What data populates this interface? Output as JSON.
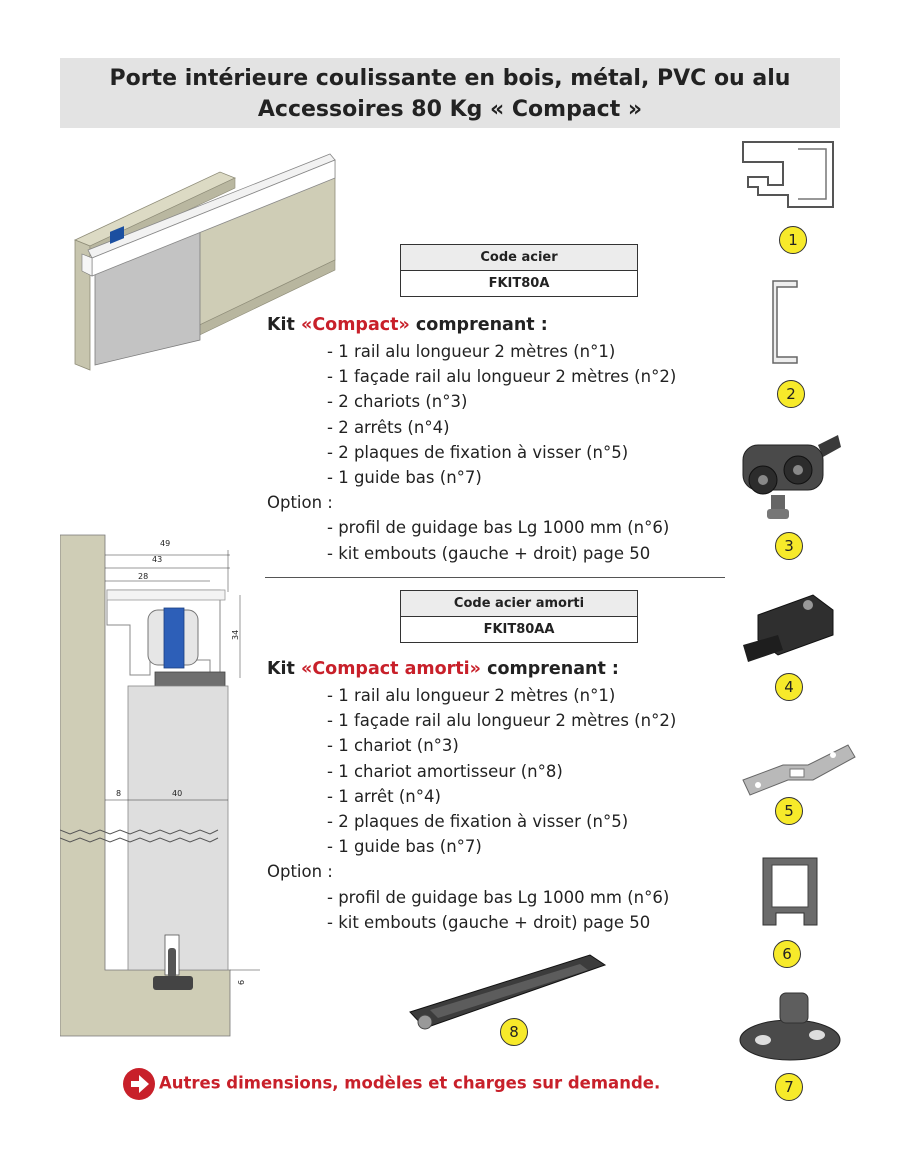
{
  "header": {
    "title_line1": "Porte intérieure coulissante en bois, métal, PVC ou alu",
    "title_line2": "Accessoires 80 Kg « Compact »"
  },
  "kit1": {
    "code_header": "Code acier",
    "code_value": "FKIT80A",
    "title_pre": "Kit ",
    "title_name": "«Compact»",
    "title_post": " comprenant :",
    "items": [
      "- 1 rail alu longueur 2 mètres (n°1)",
      "- 1 façade rail alu longueur 2 mètres (n°2)",
      "- 2 chariots (n°3)",
      "- 2 arrêts (n°4)",
      "- 2 plaques de fixation à visser (n°5)",
      "- 1 guide bas (n°7)"
    ],
    "option_label": "Option :",
    "options": [
      "- profil de guidage bas Lg 1000 mm (n°6)",
      "- kit embouts (gauche + droit) page 50"
    ]
  },
  "kit2": {
    "code_header": "Code acier amorti",
    "code_value": "FKIT80AA",
    "title_pre": "Kit ",
    "title_name": "«Compact amorti»",
    "title_post": " comprenant :",
    "items": [
      "- 1 rail alu longueur 2 mètres (n°1)",
      "- 1 façade rail alu longueur 2 mètres (n°2)",
      "- 1 chariot (n°3)",
      "- 1 chariot amortisseur (n°8)",
      "- 1 arrêt (n°4)",
      "- 2 plaques de fixation à visser (n°5)",
      "- 1 guide bas (n°7)"
    ],
    "option_label": "Option :",
    "options": [
      "- profil de guidage bas Lg 1000 mm (n°6)",
      "- kit embouts (gauche + droit) page 50"
    ]
  },
  "dimensions": {
    "d49": "49",
    "d43": "43",
    "d28": "28",
    "d34": "34",
    "d8": "8",
    "d40": "40",
    "d6": "6"
  },
  "badges": {
    "b1": "1",
    "b2": "2",
    "b3": "3",
    "b4": "4",
    "b5": "5",
    "b6": "6",
    "b7": "7",
    "b8": "8"
  },
  "footer": {
    "text": "Autres dimensions, modèles et charges sur demande."
  },
  "colors": {
    "accent_red": "#c8202a",
    "badge_yellow": "#f7ea2a",
    "banner_gray": "#e3e3e3",
    "wall_beige": "#cfcdb6"
  }
}
